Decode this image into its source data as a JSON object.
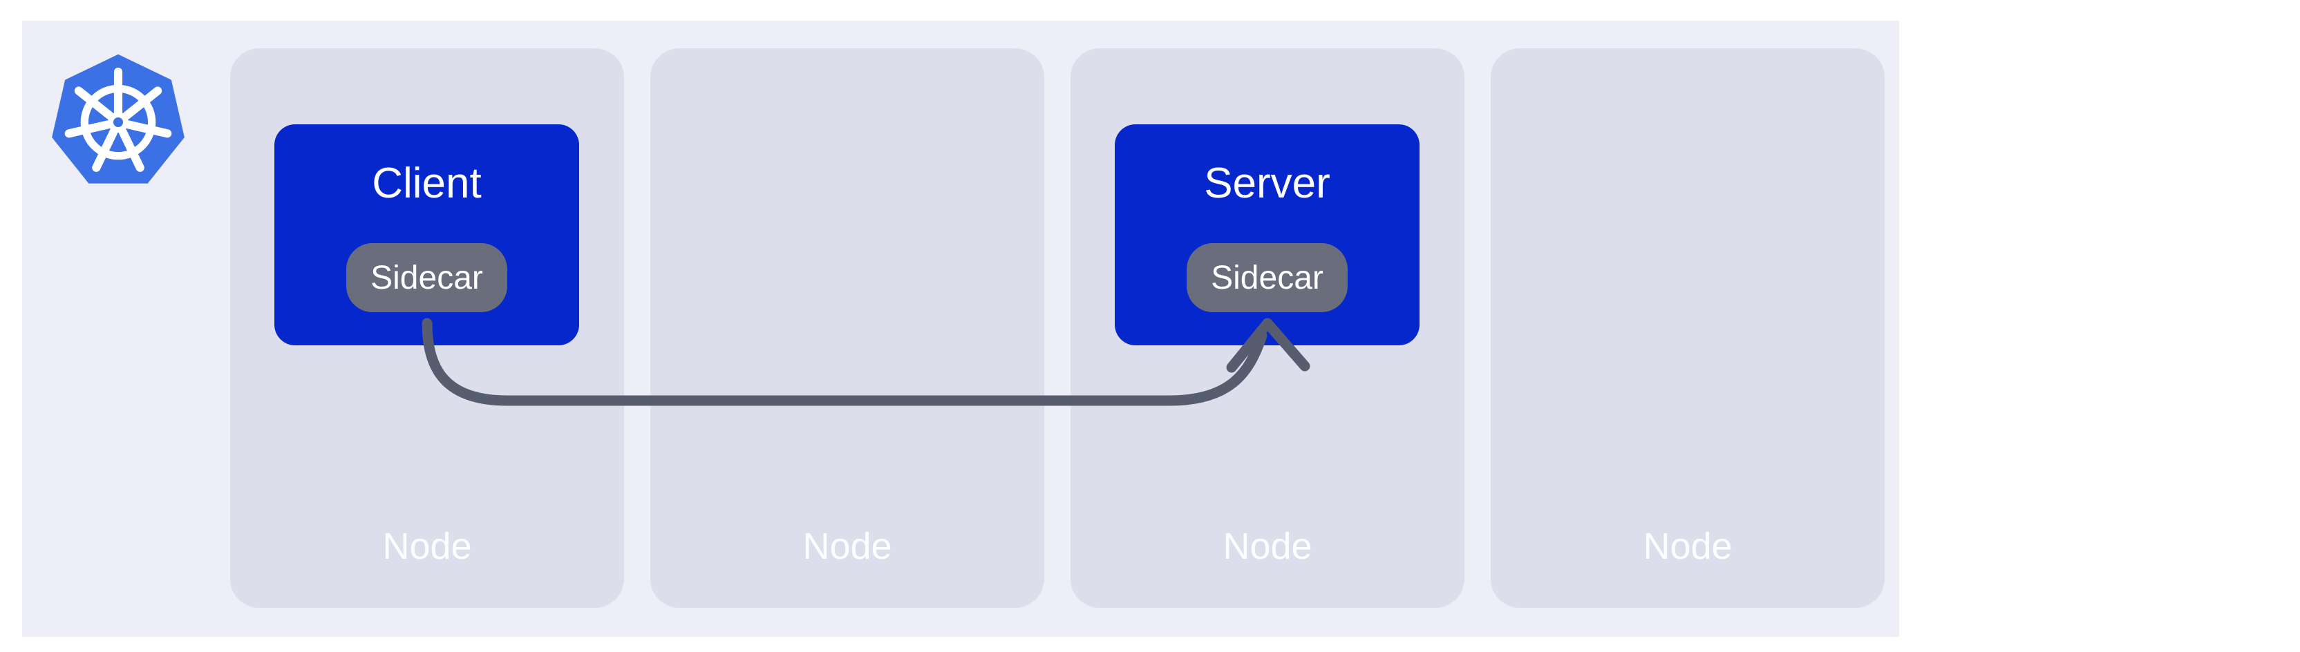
{
  "cluster": {
    "logo_icon": "kubernetes-logo",
    "nodes": [
      {
        "label": "Node",
        "pod": {
          "label": "Client",
          "sidecar": "Sidecar"
        }
      },
      {
        "label": "Node"
      },
      {
        "label": "Node",
        "pod": {
          "label": "Server",
          "sidecar": "Sidecar"
        }
      },
      {
        "label": "Node"
      }
    ],
    "arrow": {
      "from": "Client",
      "to": "Server",
      "style": "curved-arrow"
    }
  },
  "colors": {
    "page-bg": "#ffffff",
    "cluster-bg": "#edeef7",
    "node-bg": "#dcdfeb",
    "pod-blue": "#0627cb",
    "k8s-blue": "#3b71e4",
    "sidecar-gray": "#6a6e7c",
    "arrow-gray": "#575c6e",
    "label-white": "#ffffff"
  }
}
